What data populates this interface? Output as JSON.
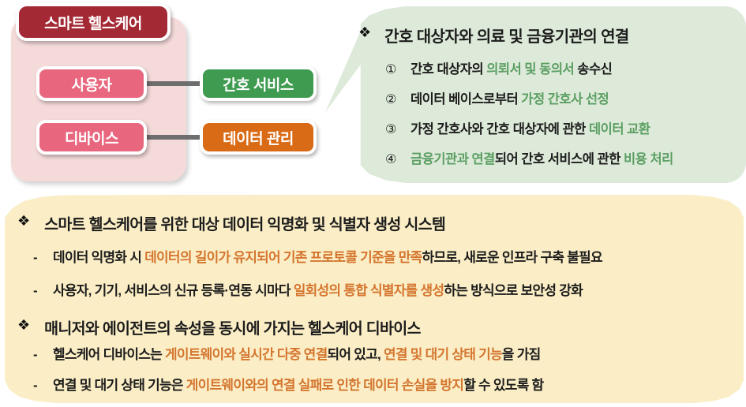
{
  "diagram": {
    "smart_healthcare_group": {
      "title": "스마트 헬스케어",
      "nodes": [
        {
          "label": "사용자",
          "color": "#e8677f"
        },
        {
          "label": "디바이스",
          "color": "#e8677f"
        }
      ]
    },
    "external_nodes": [
      {
        "label": "간호 서비스",
        "color": "#3f9b4f"
      },
      {
        "label": "데이터 관리",
        "color": "#d96a16"
      }
    ],
    "arrows": [
      {
        "from": "간호 서비스",
        "to": "사용자",
        "color": "#6e6e6e"
      },
      {
        "from": "데이터 관리",
        "to": "디바이스",
        "color": "#6e6e6e"
      }
    ]
  },
  "green_callout": {
    "bullet_glyph": "❖",
    "heading": "간호 대상자와 의료 및 금융기관의 연결",
    "items": [
      {
        "num": "①",
        "parts": [
          {
            "text": "간호 대상자의 ",
            "highlight": false
          },
          {
            "text": "의뢰서 및 동의서",
            "highlight": true
          },
          {
            "text": " 송수신",
            "highlight": false
          }
        ]
      },
      {
        "num": "②",
        "parts": [
          {
            "text": "데이터 베이스로부터 ",
            "highlight": false
          },
          {
            "text": "가정 간호사 선정",
            "highlight": true
          }
        ]
      },
      {
        "num": "③",
        "parts": [
          {
            "text": "가정 간호사와 간호 대상자에 관한 ",
            "highlight": false
          },
          {
            "text": "데이터 교환",
            "highlight": true
          }
        ]
      },
      {
        "num": "④",
        "parts": [
          {
            "text": "금융기관과 연결",
            "highlight": true
          },
          {
            "text": "되어 간호 서비스에 관한 ",
            "highlight": false
          },
          {
            "text": "비용 처리",
            "highlight": true
          }
        ]
      }
    ]
  },
  "beige_panel": {
    "bullet_glyph": "❖",
    "dash_glyph": "-",
    "sections": [
      {
        "heading": "스마트 헬스케어를 위한 대상 데이터 익명화 및 식별자 생성 시스템",
        "items": [
          {
            "parts": [
              {
                "text": "데이터 익명화 시 ",
                "highlight": false
              },
              {
                "text": "데이터의 길이가 유지되어 기존 프로토콜 기준을 만족",
                "highlight": true
              },
              {
                "text": "하므로, 새로운 인프라 구축 불필요",
                "highlight": false
              }
            ]
          },
          {
            "parts": [
              {
                "text": "사용자, 기기, 서비스의 신규 등록·연동 시마다 ",
                "highlight": false
              },
              {
                "text": "일회성의 통합 식별자를 생성",
                "highlight": true
              },
              {
                "text": "하는 방식으로 보안성 강화",
                "highlight": false
              }
            ]
          }
        ]
      },
      {
        "heading": "매니저와 에이전트의 속성을 동시에 가지는 헬스케어 디바이스",
        "items": [
          {
            "parts": [
              {
                "text": "헬스케어 디바이스는 ",
                "highlight": false
              },
              {
                "text": "게이트웨이와 실시간 다중 연결",
                "highlight": true
              },
              {
                "text": "되어 있고, ",
                "highlight": false
              },
              {
                "text": "연결 및 대기 상태 기능",
                "highlight": true
              },
              {
                "text": "을 가짐",
                "highlight": false
              }
            ]
          },
          {
            "parts": [
              {
                "text": "연결 및 대기 상태 기능은 ",
                "highlight": false
              },
              {
                "text": "게이트웨이와의 연결 실패로 인한 데이터 손실을 방지",
                "highlight": true
              },
              {
                "text": "할 수 있도록 함",
                "highlight": false
              }
            ]
          }
        ]
      }
    ]
  },
  "colors": {
    "header_red": "#a32a35",
    "group_pink_bg": "#f5dada",
    "node_pink": "#e8677f",
    "nursing_green": "#3f9b4f",
    "data_orange": "#d96a16",
    "callout_green_bg": "#ddead9",
    "callout_green_text": "#5c9f63",
    "beige_bg": "#fbeec6",
    "beige_orange_text": "#d4752e",
    "arrow_gray": "#6e6e6e"
  }
}
